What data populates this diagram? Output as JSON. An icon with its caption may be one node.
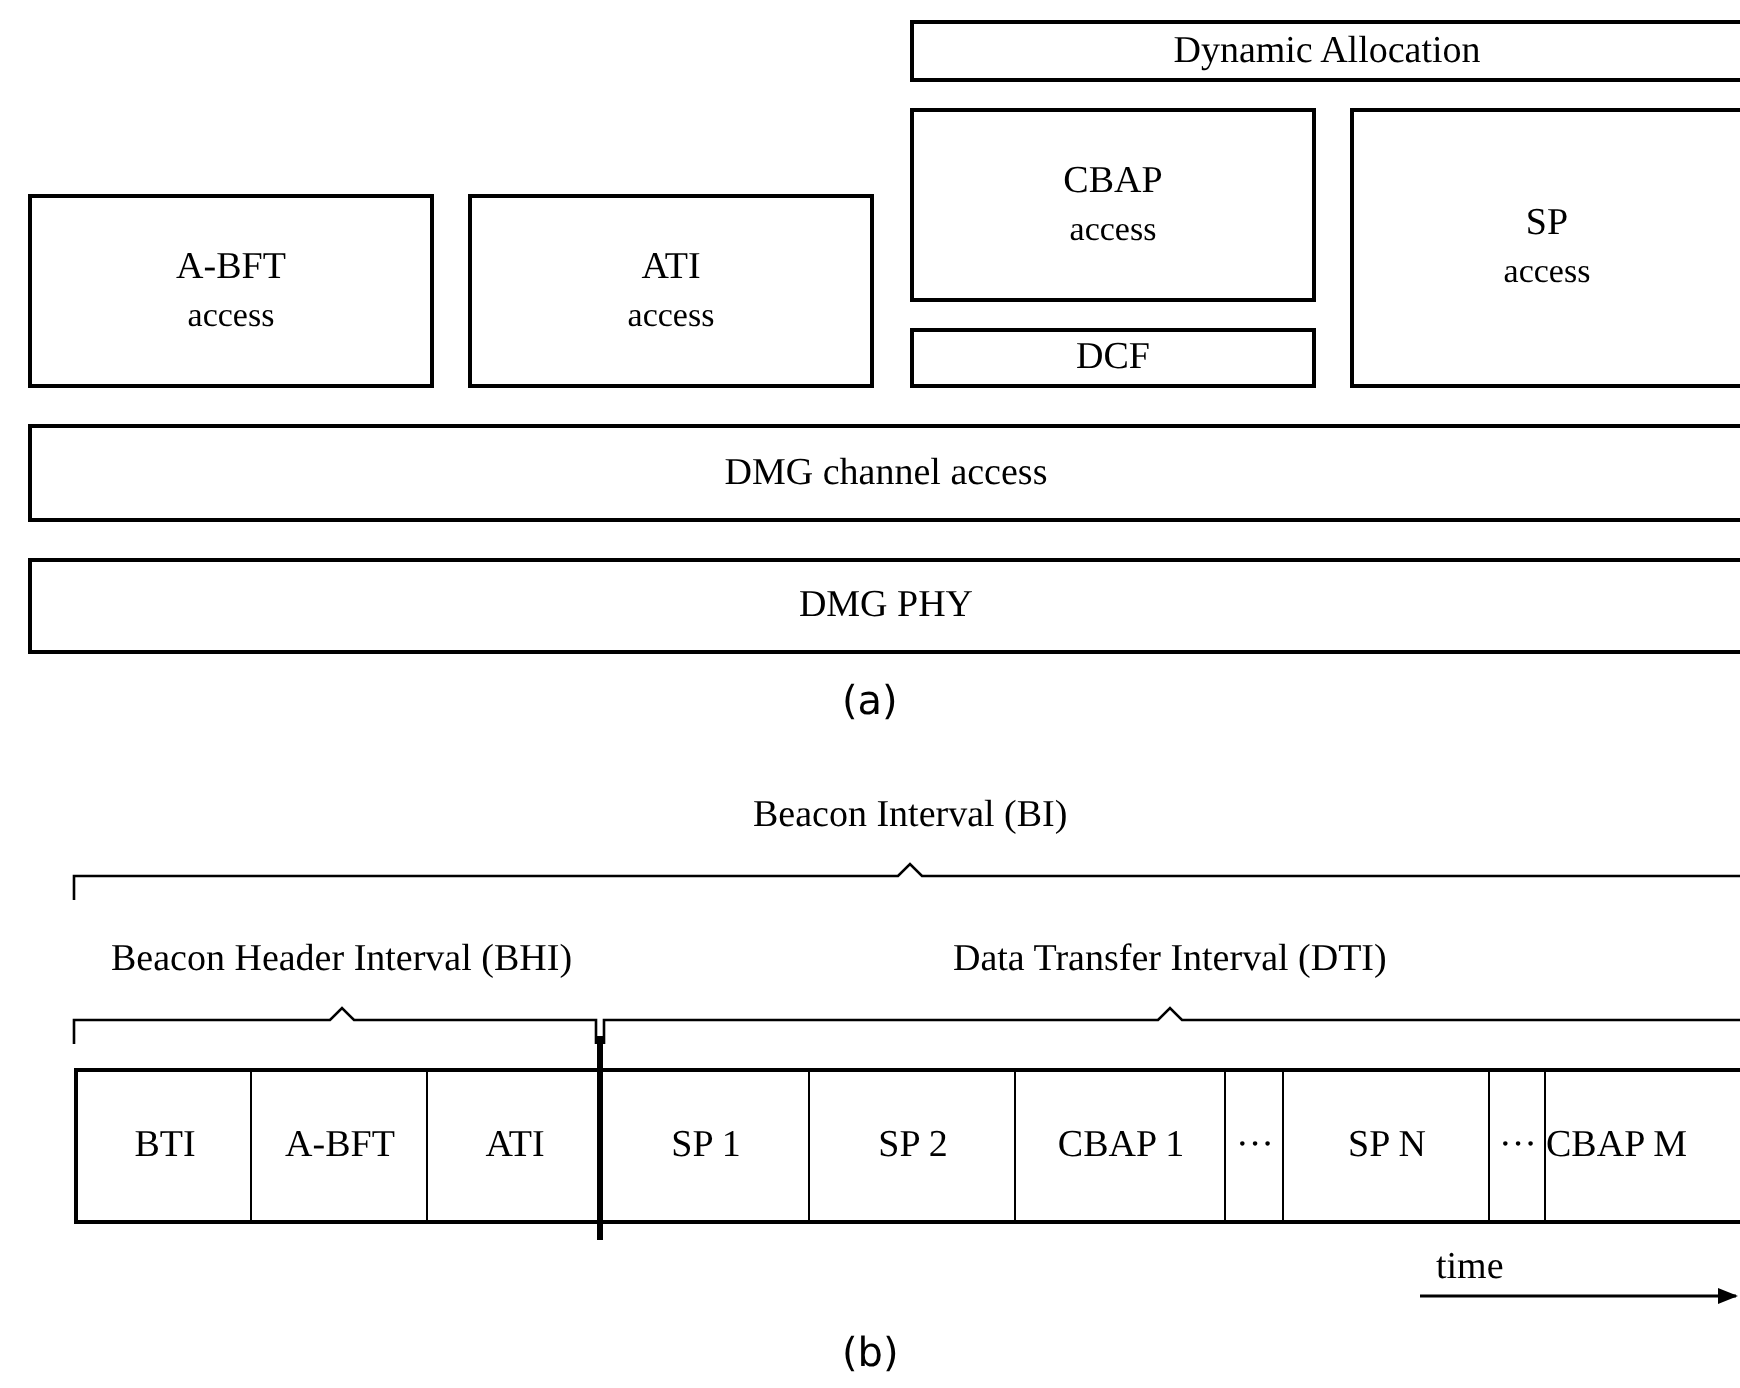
{
  "diagram": {
    "nodes": [
      {
        "text": [
          "Dynamic Allocation"
        ]
      },
      {
        "text": [
          "A-BFT",
          "access"
        ]
      },
      {
        "text": [
          "ATI",
          "access"
        ]
      },
      {
        "text": [
          "CBAP",
          "access"
        ]
      },
      {
        "text": [
          "SP",
          "access"
        ]
      },
      {
        "text": [
          "DCF"
        ]
      },
      {
        "text": [
          "DMG channel access"
        ]
      },
      {
        "text": [
          "DMG PHY"
        ]
      },
      {
        "text": [
          "BTI"
        ]
      },
      {
        "text": [
          "A-BFT"
        ]
      },
      {
        "text": [
          "ATI"
        ]
      },
      {
        "text": [
          "SP 1"
        ]
      },
      {
        "text": [
          "SP 2"
        ]
      },
      {
        "text": [
          "CBAP 1"
        ]
      },
      {
        "text": [
          "···"
        ]
      },
      {
        "text": [
          "SP N"
        ]
      },
      {
        "text": [
          "···"
        ]
      },
      {
        "text": [
          "CBAP M"
        ]
      }
    ],
    "edges": [],
    "labels": [
      "(a)",
      "Beacon Interval (BI)",
      "Beacon Header Interval (BHI)",
      "Data Transfer Interval (DTI)",
      "time",
      "(b)"
    ]
  }
}
